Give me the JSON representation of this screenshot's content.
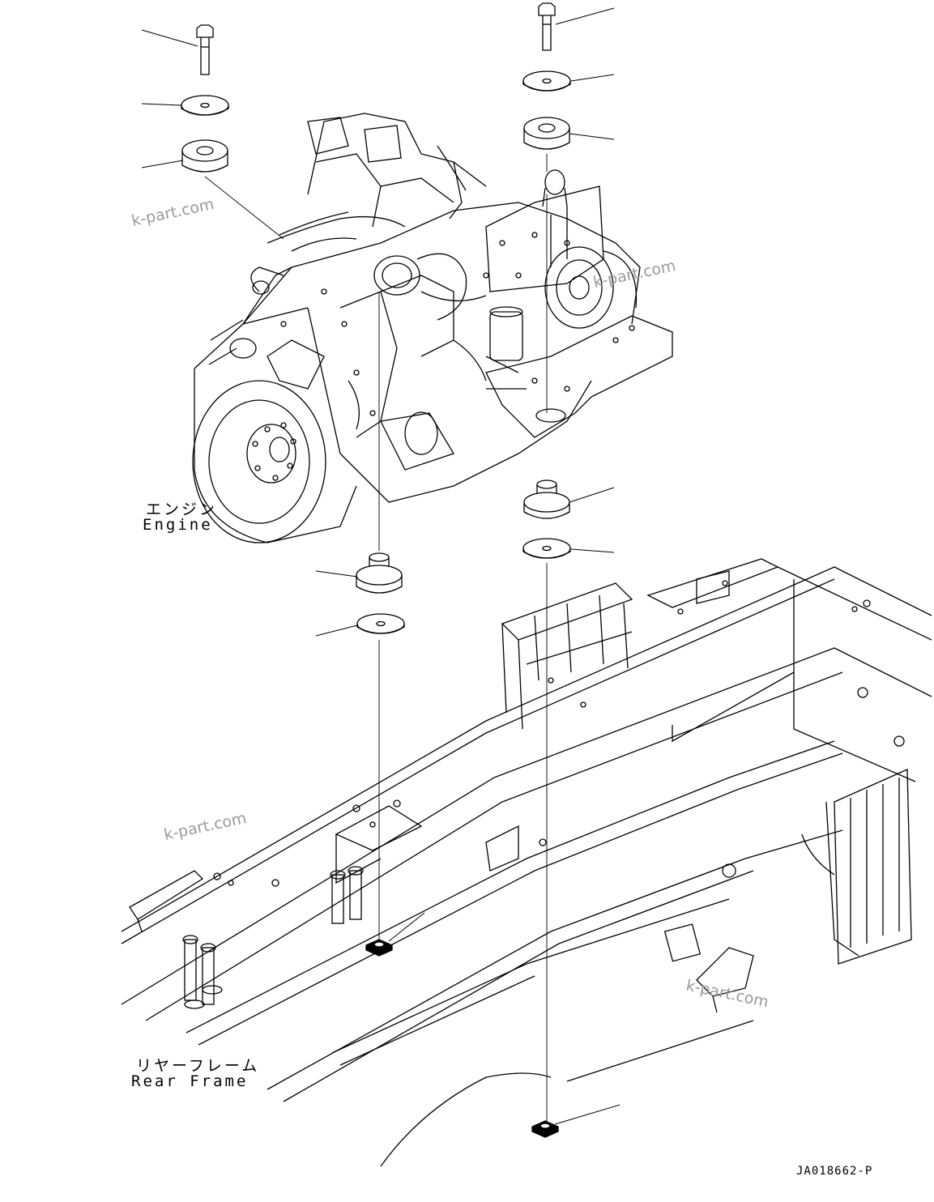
{
  "labels": {
    "engine_jp": "エンジン",
    "engine_en": "Engine",
    "rear_frame_jp": "リヤーフレーム",
    "rear_frame_en": "Rear Frame"
  },
  "watermark": "k-part.com",
  "drawing_code": "JA018662-P",
  "colors": {
    "line": "#000000",
    "watermark": "#9a9a9a"
  }
}
